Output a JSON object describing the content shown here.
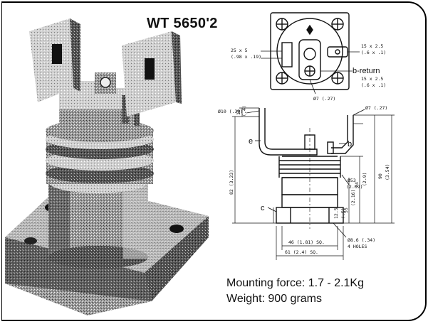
{
  "title": "WT 5650'2",
  "specs": {
    "mounting_force": "Mounting force: 1.7 - 2.1Kg",
    "weight": "Weight: 900 grams"
  },
  "drawing_labels": {
    "top_left_dim_a": "25 x 5",
    "top_left_dim_b": "(.98 x .19)",
    "top_right_dim_a": "15 x 2.5",
    "top_right_dim_b": "(.6 x .1)",
    "b_return": "b-return",
    "b_return_dim_a": "15 x 2.5",
    "b_return_dim_b": "(.6 x .1)",
    "hole_dim": "Ø7 (.27)",
    "side_dim_left": "Ø10 (.39)",
    "side_dim_right": "Ø7 (.27)",
    "label_e": "e",
    "label_b": "b",
    "label_c": "c",
    "dia_53_a": "Ø53",
    "dia_53_b": "(2.09)",
    "h_82": "82 (3.23)",
    "h_55": "55",
    "h_55_in": "(2.16)",
    "h_74": "74",
    "h_74_in": "(2.9)",
    "h_90": "90",
    "h_90_in": "(3.54)",
    "h_10": "10",
    "h_10_in": "(.4)",
    "h_12": "12.5",
    "h_12_in": "(.5)",
    "w_46": "46 (1.81) SQ.",
    "w_61": "61 (2.4) SQ.",
    "holes_a": "Ø8.6 (.34)",
    "holes_b": "4 HOLES"
  }
}
